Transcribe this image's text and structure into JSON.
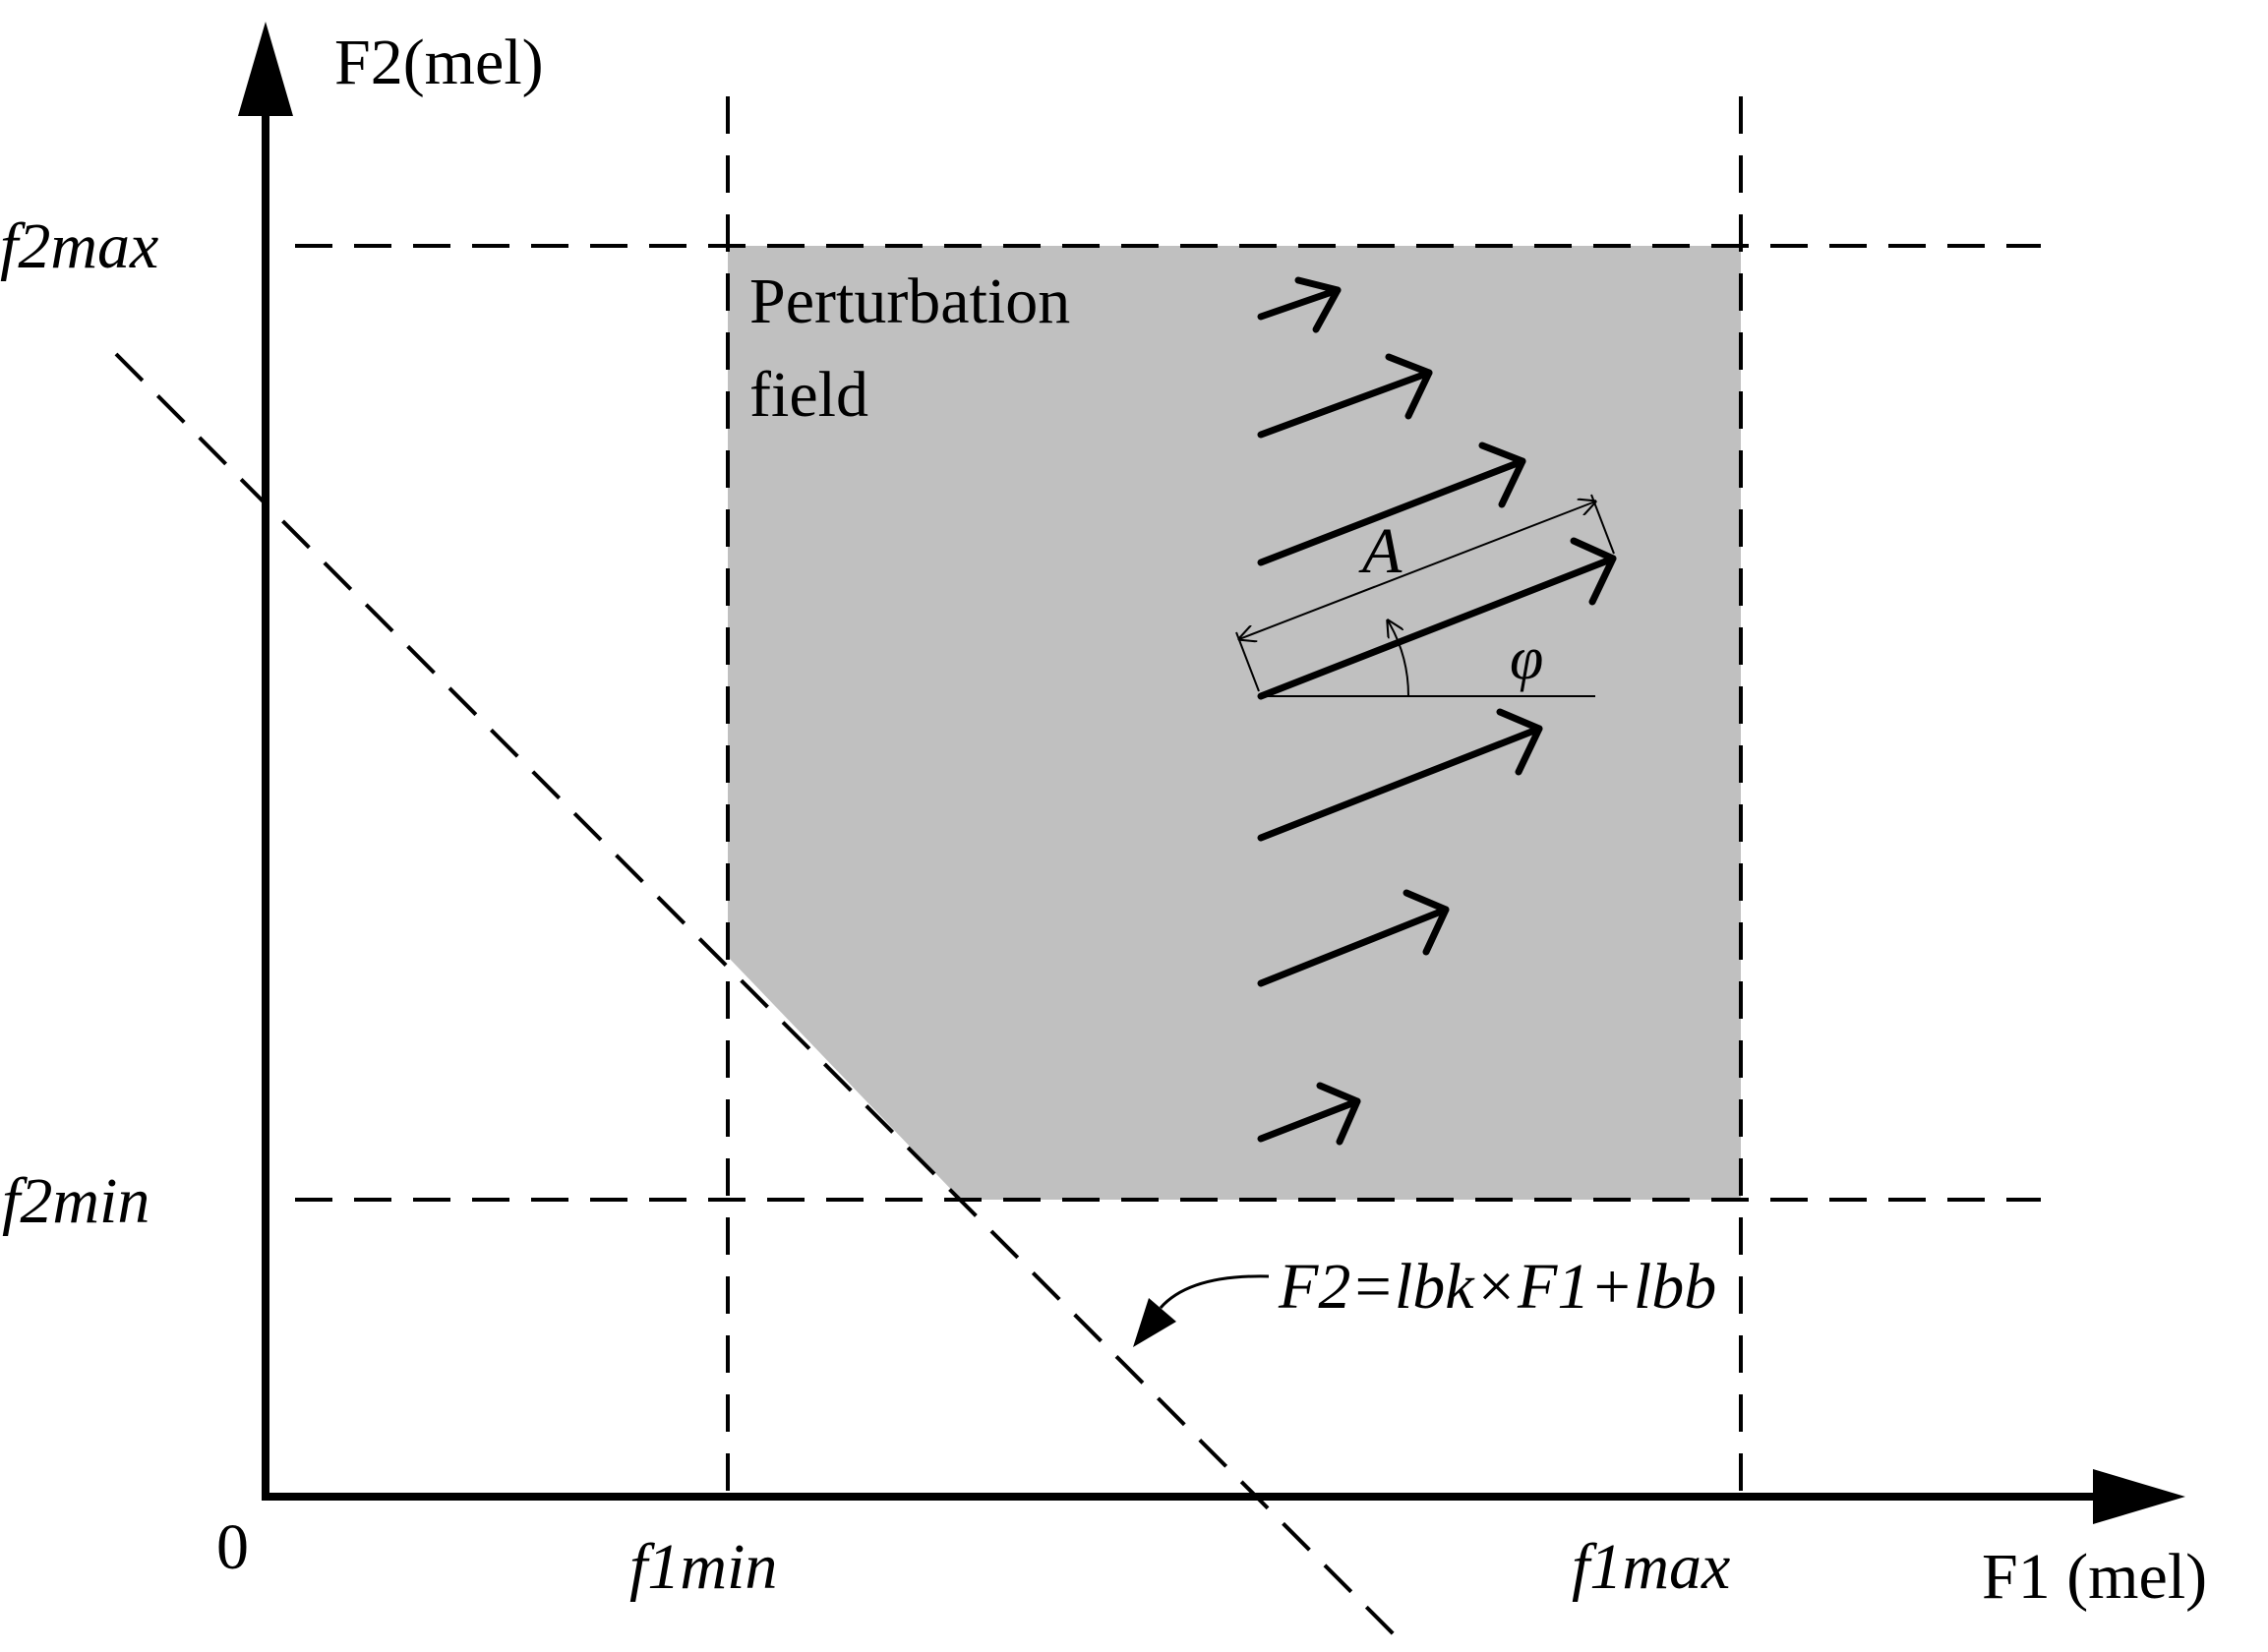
{
  "axes": {
    "y_label": "F2(mel)",
    "x_label": "F1 (mel)",
    "origin_label": "0"
  },
  "bounds": {
    "f2max": "f2max",
    "f2min": "f2min",
    "f1min": "f1min",
    "f1max": "f1max"
  },
  "field": {
    "line1": "Perturbation",
    "line2": "field",
    "fill_color": "#c0c0c0"
  },
  "boundary_equation": "F2=lbk×F1+lbb",
  "vector": {
    "amplitude_label": "A",
    "angle_label": "φ"
  }
}
